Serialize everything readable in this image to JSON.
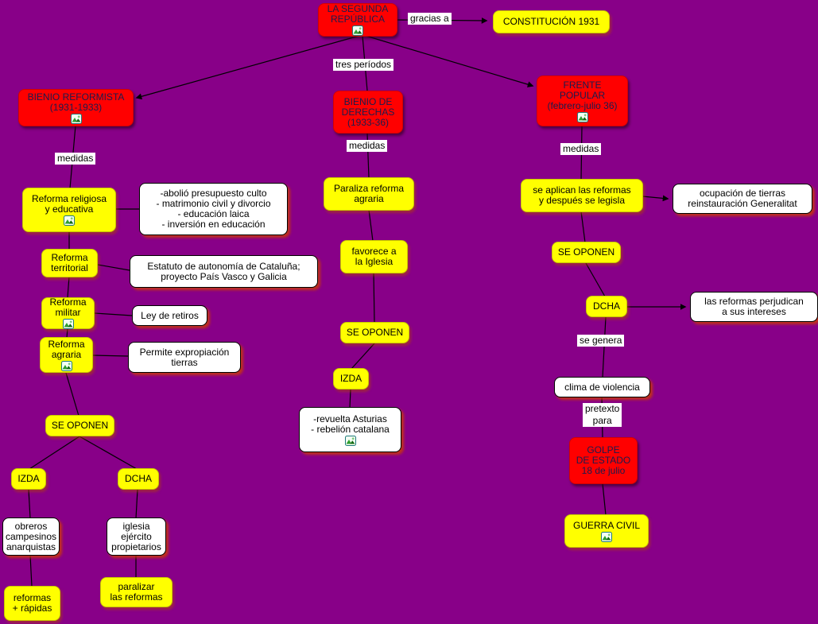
{
  "nodes": {
    "segunda_republica": "LA SEGUNDA\nREPÚBLICA",
    "constitucion": "CONSTITUCIÓN 1931",
    "bienio_reformista": "BIENIO REFORMISTA\n(1931-1933)",
    "bienio_derechas": "BIENIO DE\nDERECHAS\n(1933-36)",
    "frente_popular": "FRENTE\nPOPULAR\n(febrero-julio 36)",
    "reforma_religiosa": "Reforma religiosa\ny educativa",
    "abolio": "-abolió presupuesto culto\n- matrimonio civil y divorcio\n- educación laica\n- inversión en educación",
    "reforma_territorial": "Reforma\nterritorial",
    "estatuto": "Estatuto de autonomía de Cataluña;\nproyecto País Vasco y Galicia",
    "reforma_militar": "Reforma\nmilitar",
    "ley_retiros": "Ley de retiros",
    "reforma_agraria": "Reforma\nagraria",
    "permite_expropiacion": "Permite expropiación\ntierras",
    "se_oponen_left": "SE OPONEN",
    "izda_left": "IZDA",
    "dcha_left": "DCHA",
    "obreros": "obreros\ncampesinos\nanarquistas",
    "iglesia": "iglesia\nejército\npropietarios",
    "reformas_rapidas": "reformas\n+ rápidas",
    "paralizar": "paralizar\nlas reformas",
    "paraliza_reforma": "Paraliza reforma\nagraria",
    "favorece": "favorece a\nla Iglesia",
    "se_oponen_center": "SE OPONEN",
    "izda_center": "IZDA",
    "revuelta": "-revuelta Asturias\n- rebelión catalana",
    "se_aplican": "se aplican las reformas\ny después se legisla",
    "ocupacion": "ocupación de tierras\nreinstauración Generalitat",
    "se_oponen_right": "SE OPONEN",
    "dcha_right": "DCHA",
    "perjudican": "las reformas perjudican\na sus intereses",
    "clima": "clima de violencia",
    "golpe": "GOLPE\nDE ESTADO\n18 de julio",
    "guerra_civil": "GUERRA CIVIL"
  },
  "labels": {
    "gracias_a": "gracias a",
    "tres_periodos": "tres períodos",
    "medidas_left": "medidas",
    "medidas_center": "medidas",
    "medidas_right": "medidas",
    "se_genera": "se genera",
    "pretexto_para": "pretexto\npara"
  },
  "icons": {
    "resource": "image-resource-icon"
  },
  "colors": {
    "background": "#880088",
    "node_red": "#ff0000",
    "node_yellow": "#ffff00",
    "node_white": "#ffffff",
    "line": "#000000"
  }
}
